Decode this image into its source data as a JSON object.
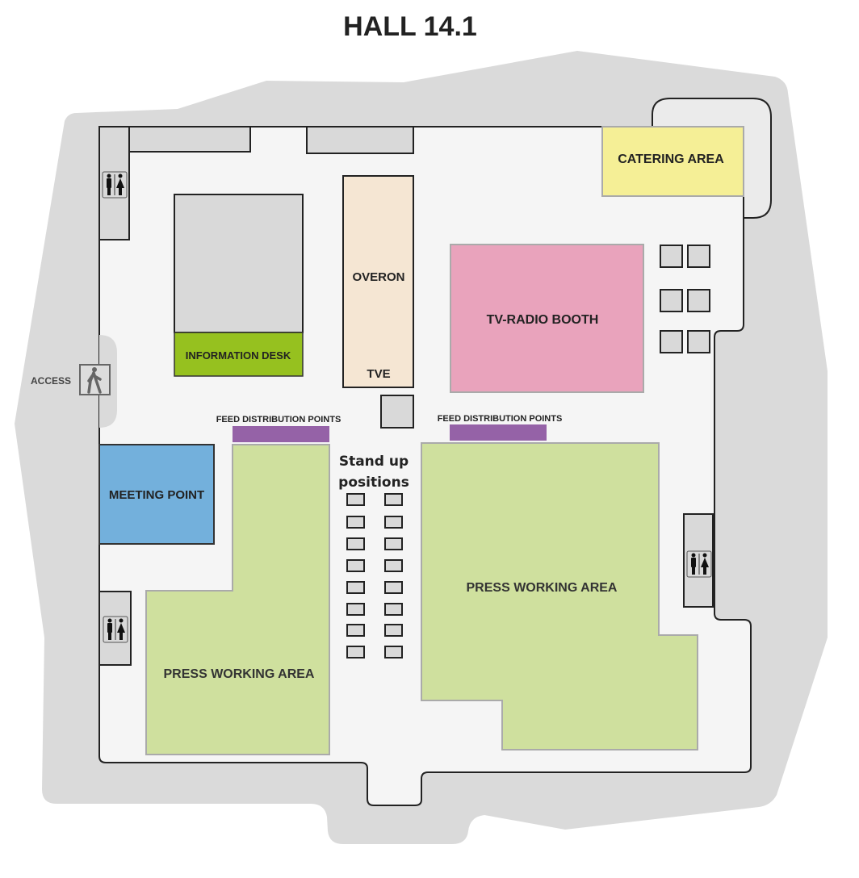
{
  "title": "HALL 14.1",
  "labels": {
    "catering": "CATERING AREA",
    "overon": "OVERON",
    "tve": "TVE",
    "tv_radio": "TV-RADIO BOOTH",
    "info_desk": "INFORMATION DESK",
    "access": "ACCESS",
    "feed_left": "FEED DISTRIBUTION POINTS",
    "feed_right": "FEED DISTRIBUTION POINTS",
    "standup_1": "Stand up",
    "standup_2": "positions",
    "meeting": "MEETING POINT",
    "press_left": "PRESS WORKING AREA",
    "press_right": "PRESS WORKING AREA"
  },
  "icons": {
    "restroom": "restroom-icon",
    "access": "pedestrian-icon"
  },
  "colors": {
    "catering": "#f5ef96",
    "overon": "#f5e6d3",
    "tv_radio": "#e9a3bc",
    "info_desk": "#96c11f",
    "feed": "#9562a7",
    "meeting": "#73b0dc",
    "press": "#cfe09e"
  },
  "standup_count": 16
}
